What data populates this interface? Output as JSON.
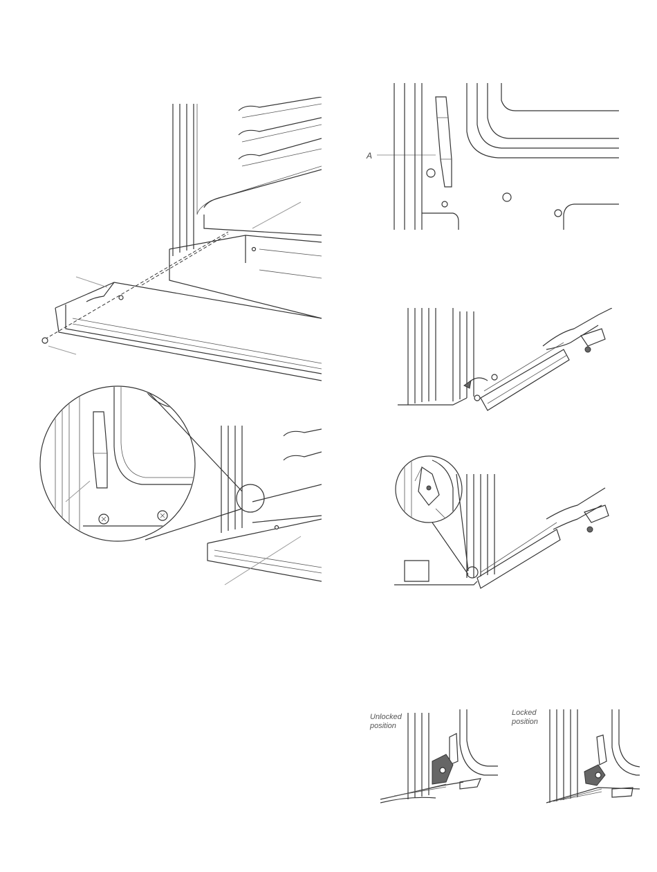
{
  "figures": {
    "fig_a": {
      "callout": "A"
    },
    "fig_locks": {
      "unlocked_label": "Unlocked position",
      "locked_label": "Locked position"
    }
  }
}
